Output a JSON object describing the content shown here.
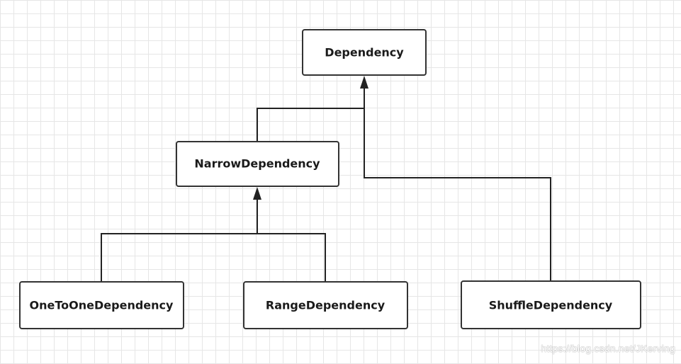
{
  "diagram": {
    "nodes": {
      "dependency": {
        "label": "Dependency"
      },
      "narrow_dependency": {
        "label": "NarrowDependency"
      },
      "one_to_one_dependency": {
        "label": "OneToOneDependency"
      },
      "range_dependency": {
        "label": "RangeDependency"
      },
      "shuffle_dependency": {
        "label": "ShuffleDependency"
      }
    },
    "inheritance": [
      {
        "child": "narrow_dependency",
        "parent": "dependency"
      },
      {
        "child": "shuffle_dependency",
        "parent": "dependency"
      },
      {
        "child": "one_to_one_dependency",
        "parent": "narrow_dependency"
      },
      {
        "child": "range_dependency",
        "parent": "narrow_dependency"
      }
    ]
  },
  "watermark": "https://blog.csdn.net/JKerving"
}
